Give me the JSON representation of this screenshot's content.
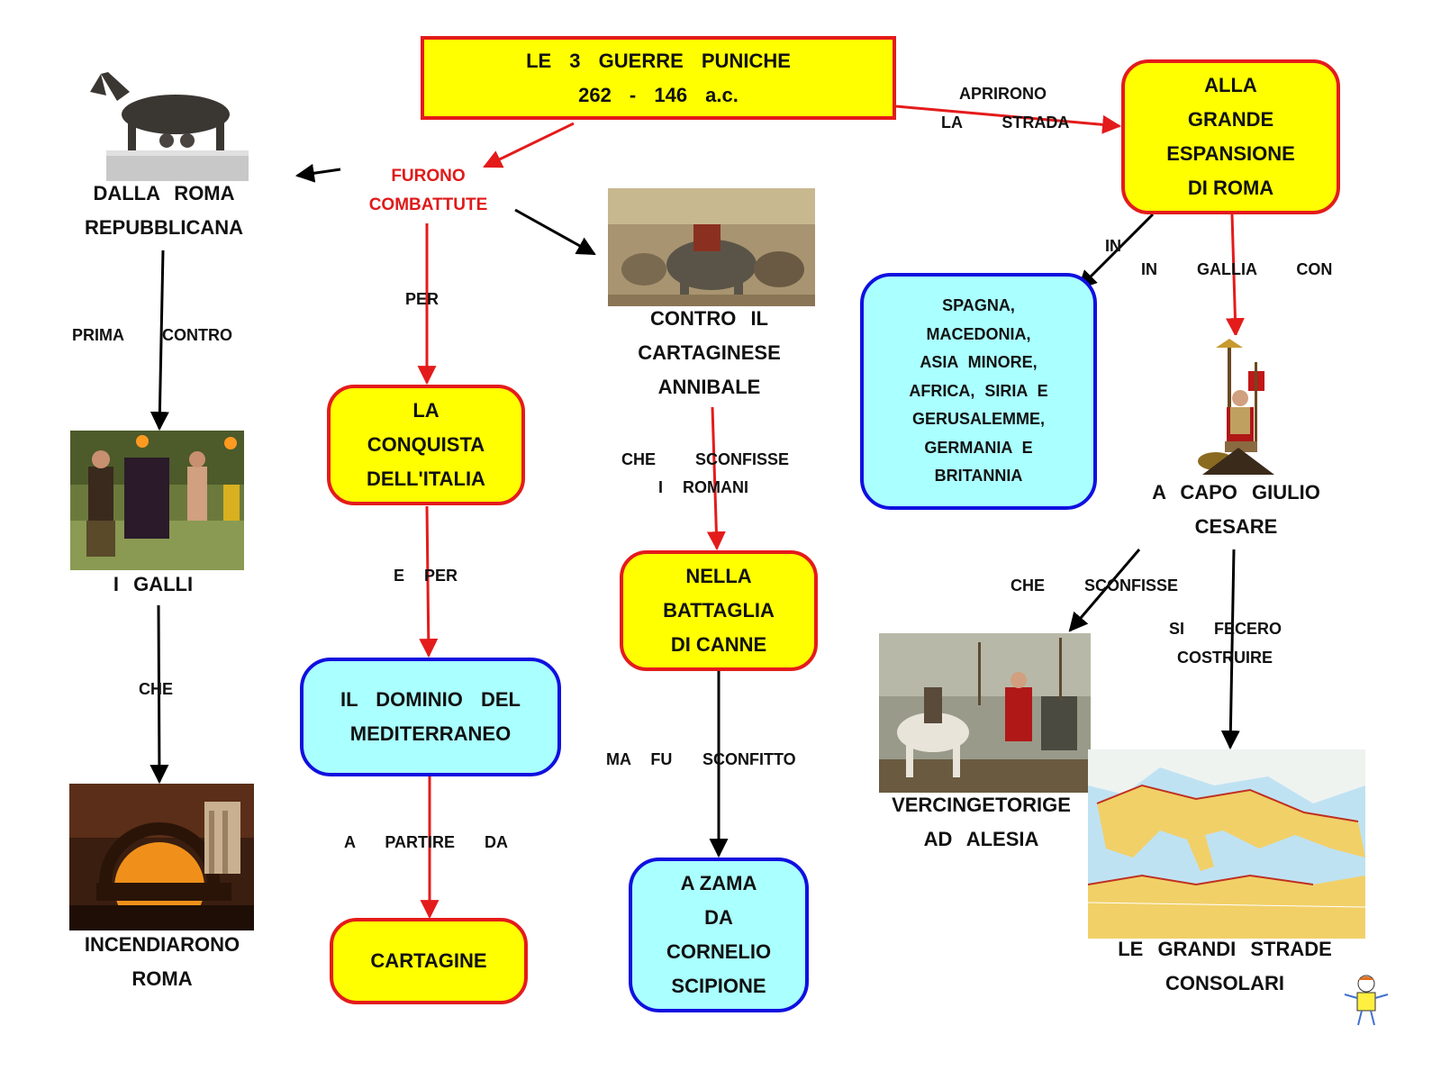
{
  "title": "LE  3   GUERRE   PUNICHE\n262  -  146  a.c.",
  "nodes": {
    "repubblicana": "DALLA   ROMA\nREPUBBLICANA",
    "galli": "I  GALLI",
    "incendiarono": "INCENDIARONO\nROMA",
    "furono": "FURONO\nCOMBATTUTE",
    "conquista": "LA\nCONQUISTA\nDELL'ITALIA",
    "dominio": "IL   DOMINIO   DEL\nMEDITERRANEO",
    "cartagine": "CARTAGINE",
    "annibale": "CONTRO   IL\nCARTAGINESE\nANNIBALE",
    "canne": "NELLA\nBATTAGLIA\nDI   CANNE",
    "zama": "A   ZAMA\nDA\nCORNELIO\nSCIPIONE",
    "espansione": "ALLA\nGRANDE\nESPANSIONE\nDI   ROMA",
    "paesi": "SPAGNA,\nMACEDONIA,\nASIA   MINORE,\nAFRICA,   SIRIA  E\nGERUSALEMME,\nGERMANIA   E\nBRITANNIA",
    "cesare": "A   CAPO   GIULIO\nCESARE",
    "vercingetorige": "VERCINGETORIGE\nAD   ALESIA",
    "strade": "LE   GRANDI   STRADE\nCONSOLARI"
  },
  "edge_labels": {
    "prima": "PRIMA",
    "contro": "CONTRO",
    "che_galli": "CHE",
    "per": "PER",
    "e_per": "E  PER",
    "a_partire": "A   PARTIRE   DA",
    "che_sconfisse_1": "CHE    SCONFISSE",
    "i_romani": "I  ROMANI",
    "ma_fu": "MA  FU",
    "sconfitto": "SCONFITTO",
    "aprirono": "APRIRONO",
    "la_strada": "LA    STRADA",
    "in": "IN",
    "in_gallia": "IN    GALLIA    CON",
    "che_sconfisse_2": "CHE    SCONFISSE",
    "si_fecero": "SI   FECERO",
    "costruire": "COSTRUIRE"
  },
  "images": {
    "lupa": "she-wolf-statue",
    "galli": "gauls-reenactment",
    "incendio": "rome-burning",
    "elefanti": "hannibal-battle",
    "cesare": "caesar-figure",
    "alesia": "vercingetorix-surrender",
    "mappa": "roman-empire-map",
    "mascotte": "mascot-logo"
  },
  "colors": {
    "yellow": "#ffff00",
    "cyan": "#aaffff",
    "red": "#e41b1b",
    "blue": "#1010e0"
  }
}
